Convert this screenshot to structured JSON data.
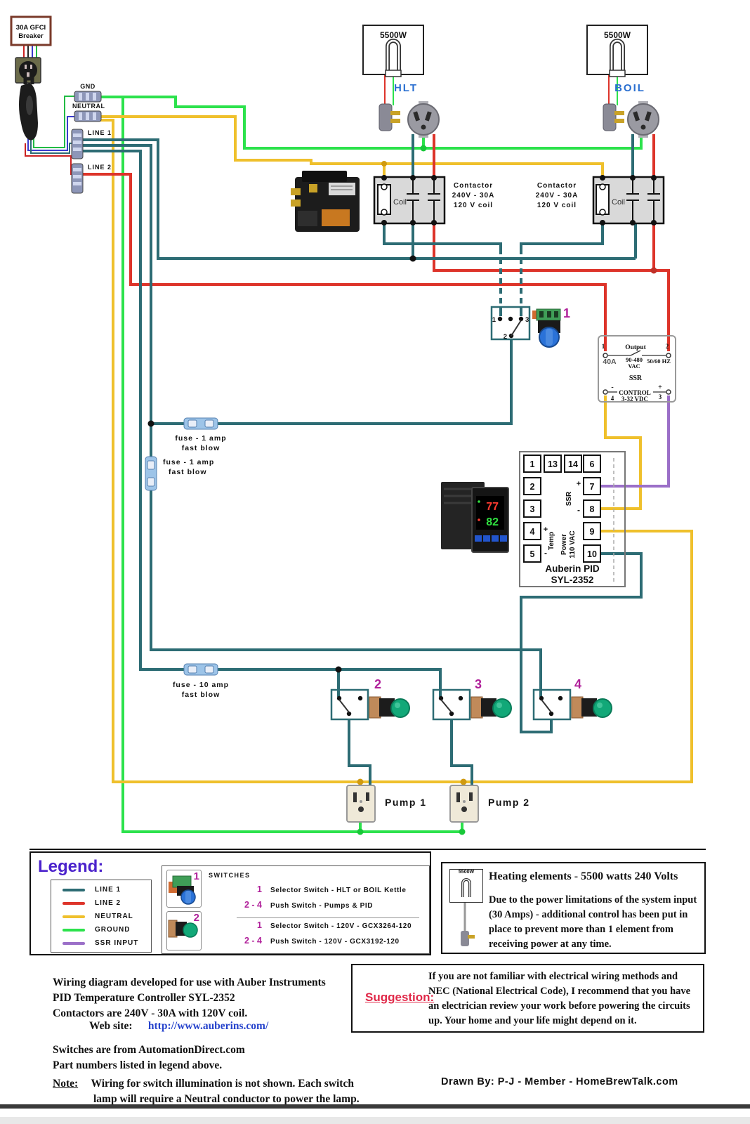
{
  "colors": {
    "line1": "#2d6c74",
    "line2": "#dd342a",
    "neutral": "#efc02c",
    "ground": "#2ce24c",
    "ssr_input": "#9b6fc8",
    "kettle_blue": "#2a6fd0",
    "magenta": "#b0209a",
    "legend_purple": "#4b22cc",
    "link_blue": "#2643cc",
    "suggestion_red": "#e02848"
  },
  "breaker": {
    "line1": "30A GFCI",
    "line2": "Breaker"
  },
  "bus_terminals": {
    "gnd": "GND",
    "neutral": "NEUTRAL",
    "line1": "LINE 1",
    "line2": "LINE 2"
  },
  "heating_elements": {
    "hlt": {
      "watts": "5500W",
      "label": "HLT"
    },
    "boil": {
      "watts": "5500W",
      "label": "BOIL"
    }
  },
  "contactor_left": {
    "caption1": "Contactor",
    "caption2": "240V - 30A",
    "caption3": "120 V coil",
    "coil": "Coil"
  },
  "contactor_right": {
    "caption1": "Contactor",
    "caption2": "240V - 30A",
    "caption3": "120 V coil",
    "coil": "Coil"
  },
  "selector": {
    "num": "1",
    "t1": "1",
    "t2": "2",
    "t3": "3"
  },
  "ssr": {
    "t1": "1",
    "t2": "2",
    "output": "Output",
    "amps": "40A",
    "vac1": "90-480",
    "vac2": "VAC",
    "hz": "50/60 HZ",
    "name": "SSR",
    "minus": "-",
    "plus": "+",
    "t4": "4",
    "t3": "3",
    "control": "CONTROL",
    "vdc": "3-32 VDC"
  },
  "fuse1": {
    "l1": "fuse - 1 amp",
    "l2": "fast blow"
  },
  "fuse2": {
    "l1": "fuse - 1 amp",
    "l2": "fast blow"
  },
  "fuse3": {
    "l1": "fuse - 10 amp",
    "l2": "fast blow"
  },
  "pid": {
    "cells": {
      "r1c1": "1",
      "r1c2": "13",
      "r1c3": "14",
      "r1c4": "6",
      "r2c1": "2",
      "r2c4": "7",
      "r3c1": "3",
      "r3c4": "8",
      "r4c1": "4",
      "r4c4": "9",
      "r5c1": "5",
      "r5c4": "10"
    },
    "ssr_label": "SSR",
    "ssr_plus": "+",
    "ssr_minus": "-",
    "temp_label": "Temp",
    "temp_plus": "+",
    "temp_minus": "-",
    "power_label": "Power",
    "vac_label": "110 VAC",
    "name1": "Auberin PID",
    "name2": "SYL-2352",
    "display_top": "77",
    "display_bottom": "82"
  },
  "push_switches": {
    "sw2": "2",
    "sw3": "3",
    "sw4": "4"
  },
  "pumps": {
    "p1": "Pump 1",
    "p2": "Pump 2"
  },
  "legend": {
    "title": "Legend:",
    "lines": [
      {
        "label": "LINE 1",
        "color": "#2d6c74"
      },
      {
        "label": "LINE 2",
        "color": "#dd342a"
      },
      {
        "label": "NEUTRAL",
        "color": "#efc02c"
      },
      {
        "label": "GROUND",
        "color": "#2ce24c"
      },
      {
        "label": "SSR INPUT",
        "color": "#9b6fc8"
      }
    ],
    "switches_header": "SWITCHES",
    "photo1_num": "1",
    "photo2_num": "2",
    "rows": [
      {
        "num": "1",
        "text": "Selector Switch - HLT or BOIL Kettle"
      },
      {
        "num": "2 - 4",
        "text": "Push Switch - Pumps & PID"
      },
      {
        "num": "1",
        "text": "Selector Switch - 120V - GCX3264-120"
      },
      {
        "num": "2 - 4",
        "text": "Push Switch - 120V - GCX3192-120"
      }
    ]
  },
  "heating_note": {
    "icon_watts": "5500W",
    "title": "Heating elements - 5500 watts 240 Volts",
    "body": "Due to the power limitations of the system input (30 Amps) - additional control has been put in place to prevent more than 1 element from receiving power at any time."
  },
  "footer": {
    "para1_l1": "Wiring diagram developed for use with Auber Instruments",
    "para1_l2": "PID Temperature Controller SYL-2352",
    "para1_l3": "Contactors are 240V - 30A with 120V coil.",
    "website_label": "Web site:",
    "website_url": "http://www.auberins.com/",
    "para2_l1": "Switches are from AutomationDirect.com",
    "para2_l2": "Part numbers listed in legend above.",
    "note_label": "Note:",
    "note_l1": "Wiring for switch illumination is not shown. Each switch",
    "note_l2": "lamp will require a Neutral  conductor to power the lamp.",
    "credit": "Drawn By: P-J - Member - HomeBrewTalk.com"
  },
  "suggestion": {
    "label": "Suggestion:",
    "text": "If you are not familiar with electrical wiring methods and NEC (National Electrical Code), I recommend that you have an electrician review your work before powering the circuits up. Your home and your life might depend on it."
  }
}
